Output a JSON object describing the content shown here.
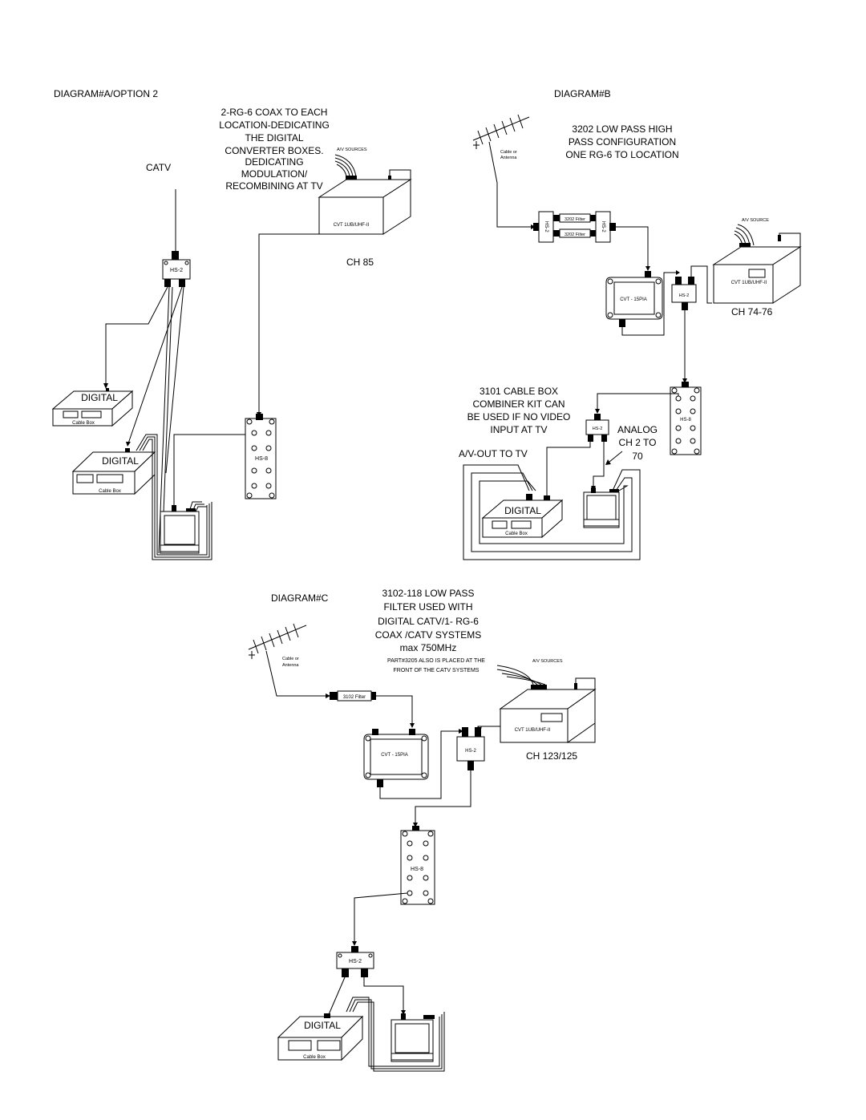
{
  "diagram_a": {
    "title": "DIAGRAM#A/OPTION 2",
    "note_lines": [
      "2-RG-6 COAX TO EACH",
      "LOCATION-DEDICATING",
      "THE DIGITAL",
      "CONVERTER BOXES.",
      "DEDICATING",
      "MODULATION/",
      "RECOMBINING AT TV"
    ],
    "catv": "CATV",
    "av_sources": "A/V SOURCES",
    "modulator": "CVT 1UB/UHF-II",
    "channel": "CH 85",
    "splitter": "HS-2",
    "multiswitch": "HS-8",
    "box1_label": "DIGITAL",
    "box1_sub": "Cable Box",
    "box2_label": "DIGITAL",
    "box2_sub": "Cable Box"
  },
  "diagram_b": {
    "title": "DIAGRAM#B",
    "note_lines": [
      "3202 LOW PASS HIGH",
      "PASS CONFIGURATION",
      "ONE RG-6 TO LOCATION"
    ],
    "antenna_lines": [
      "Cable or",
      "Antenna"
    ],
    "left_hs2": "HS-2",
    "right_hs2": "HS-2",
    "filter1": "3202 Filter",
    "filter2": "3202 Filter",
    "av_source": "A/V SOURCE",
    "modulator": "CVT 1UB/UHF-II",
    "amp": "CVT - 15PIA",
    "splitter": "HS-2",
    "channel": "CH 74-76",
    "combiner_lines": [
      "3101 CABLE BOX",
      "COMBINER KIT CAN",
      "BE USED IF NO VIDEO",
      "INPUT AT TV"
    ],
    "multiswitch": "HS-8",
    "tv_splitter": "HS-2",
    "analog_lines": [
      "ANALOG",
      "CH 2 TO",
      "70"
    ],
    "av_out": "A/V-OUT TO TV",
    "box_label": "DIGITAL",
    "box_sub": "Cable Box"
  },
  "diagram_c": {
    "title": "DIAGRAM#C",
    "note_lines": [
      "3102-118 LOW PASS",
      "FILTER USED WITH",
      "DIGITAL CATV/1- RG-6",
      "COAX /CATV SYSTEMS",
      "max 750MHz"
    ],
    "small_note_lines": [
      "PART#3205 ALSO IS PLACED AT THE",
      "FRONT OF THE CATV SYSTEMS"
    ],
    "antenna_lines": [
      "Cable or",
      "Antenna"
    ],
    "filter": "3102 Filter",
    "av_sources": "A/V SOURCES",
    "modulator": "CVT 1UB/UHF-II",
    "amp": "CVT - 15PIA",
    "splitter": "HS-2",
    "channel": "CH 123/125",
    "multiswitch": "HS-8",
    "tv_splitter": "HS-2",
    "box_label": "DIGITAL",
    "box_sub": "Cable Box"
  }
}
